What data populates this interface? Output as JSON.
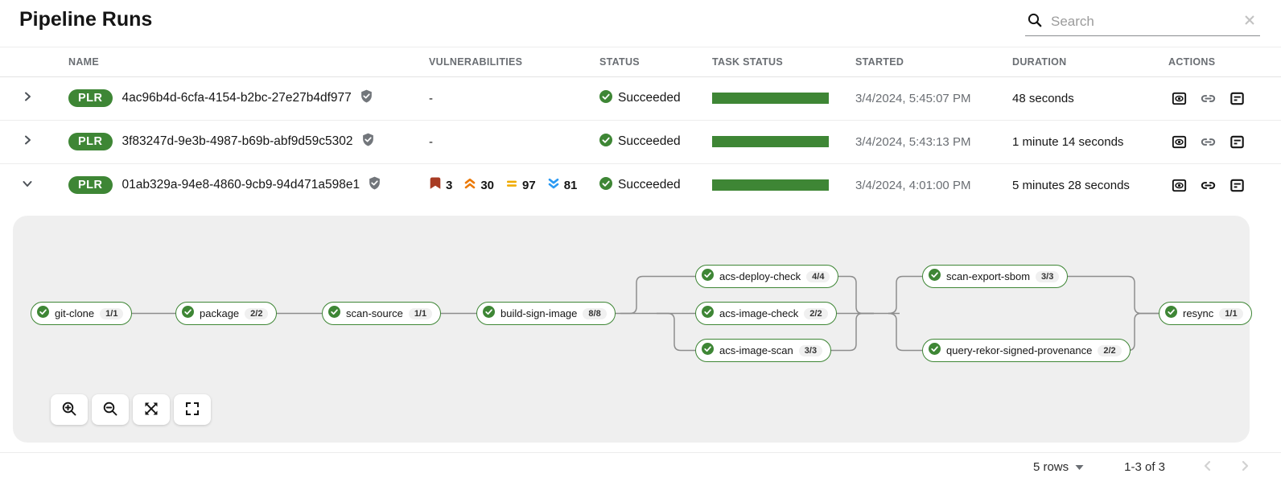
{
  "header": {
    "title": "Pipeline Runs"
  },
  "search": {
    "placeholder": "Search"
  },
  "table": {
    "columns": {
      "name": "NAME",
      "vulnerabilities": "VULNERABILITIES",
      "status": "STATUS",
      "task_status": "TASK STATUS",
      "started": "STARTED",
      "duration": "DURATION",
      "actions": "ACTIONS"
    },
    "rows": [
      {
        "badge": "PLR",
        "name": "4ac96b4d-6cfa-4154-b2bc-27e27b4df977",
        "vulnerabilities": "-",
        "status": "Succeeded",
        "started": "3/4/2024, 5:45:07 PM",
        "duration": "48 seconds"
      },
      {
        "badge": "PLR",
        "name": "3f83247d-9e3b-4987-b69b-abf9d59c5302",
        "vulnerabilities": "-",
        "status": "Succeeded",
        "started": "3/4/2024, 5:43:13 PM",
        "duration": "1 minute 14 seconds"
      },
      {
        "badge": "PLR",
        "name": "01ab329a-94e8-4860-9cb9-94d471a598e1",
        "vulnerabilities": {
          "critical": "3",
          "high": "30",
          "medium": "97",
          "low": "81"
        },
        "status": "Succeeded",
        "started": "3/4/2024, 4:01:00 PM",
        "duration": "5 minutes 28 seconds"
      }
    ]
  },
  "graph": {
    "nodes": [
      {
        "label": "git-clone",
        "badge": "1/1"
      },
      {
        "label": "package",
        "badge": "2/2"
      },
      {
        "label": "scan-source",
        "badge": "1/1"
      },
      {
        "label": "build-sign-image",
        "badge": "8/8"
      },
      {
        "label": "acs-deploy-check",
        "badge": "4/4"
      },
      {
        "label": "acs-image-check",
        "badge": "2/2"
      },
      {
        "label": "acs-image-scan",
        "badge": "3/3"
      },
      {
        "label": "scan-export-sbom",
        "badge": "3/3"
      },
      {
        "label": "query-rekor-signed-provenance",
        "badge": "2/2"
      },
      {
        "label": "resync",
        "badge": "1/1"
      }
    ]
  },
  "pagination": {
    "rows_per_page": "5 rows",
    "range_label": "1-3 of 3"
  },
  "colors": {
    "success_green": "#3E8635",
    "critical": "#A83C24",
    "high": "#EC7A08",
    "medium": "#F0AB00",
    "low": "#2B9AF3",
    "edge_gray": "#8d8d8d"
  }
}
